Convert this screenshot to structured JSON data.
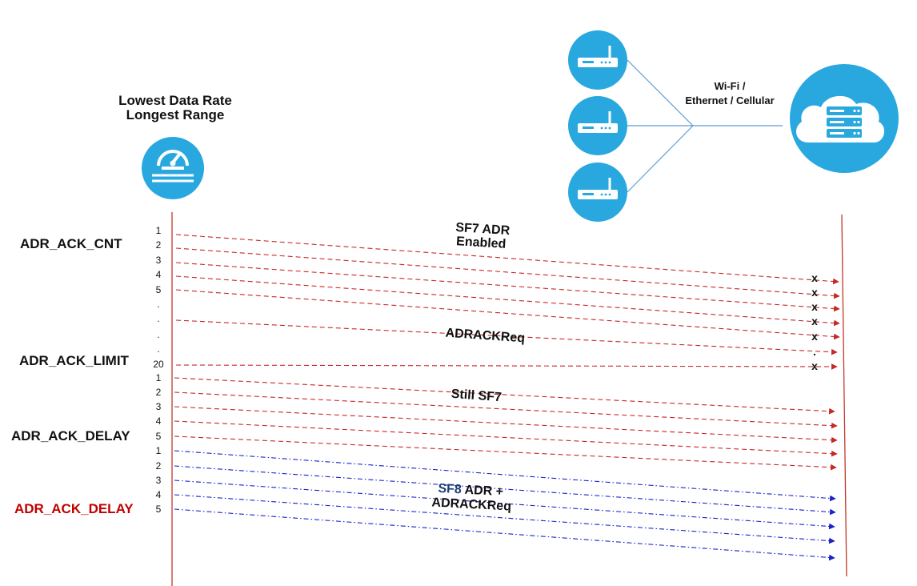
{
  "device": {
    "heading_line1": "Lowest Data Rate",
    "heading_line2": "Longest Range",
    "icon": "speedometer-icon"
  },
  "network": {
    "link_label_line1": "Wi-Fi /",
    "link_label_line2": "Ethernet / Cellular",
    "gateway_icon": "gateway-router-icon",
    "cloud_icon": "cloud-server-icon"
  },
  "side_labels": {
    "ack_cnt": "ADR_ACK_CNT",
    "ack_limit": "ADR_ACK_LIMIT",
    "ack_delay_1": "ADR_ACK_DELAY",
    "ack_delay_2": "ADR_ACK_DELAY"
  },
  "annotations": {
    "sf7_line1": "SF7 ADR",
    "sf7_line2": "Enabled",
    "adrackreq": "ADRACKReq",
    "still_sf7": "Still SF7",
    "sf8_prefix": "SF8",
    "sf8_suffix": " ADR +",
    "sf8_line2": "ADRACKReq"
  },
  "counters": {
    "group1": [
      "1",
      "2",
      "3",
      "4",
      "5",
      ".",
      ".",
      ".",
      ".",
      "20"
    ],
    "group2": [
      "1",
      "2",
      "3",
      "4",
      "5"
    ],
    "group3": [
      "1",
      "2",
      "3",
      "4",
      "5"
    ]
  },
  "lost_markers": [
    "x",
    "x",
    "x",
    "x",
    "x",
    ".",
    "x"
  ],
  "colors": {
    "lifeline": "#c0392b",
    "red_message": "#c62828",
    "blue_message": "#1a22c8",
    "icon_blue": "#29a8e0",
    "link_line": "#5b9bd5",
    "alert_label": "#c00000",
    "sf8_text": "#1f3f7a"
  }
}
